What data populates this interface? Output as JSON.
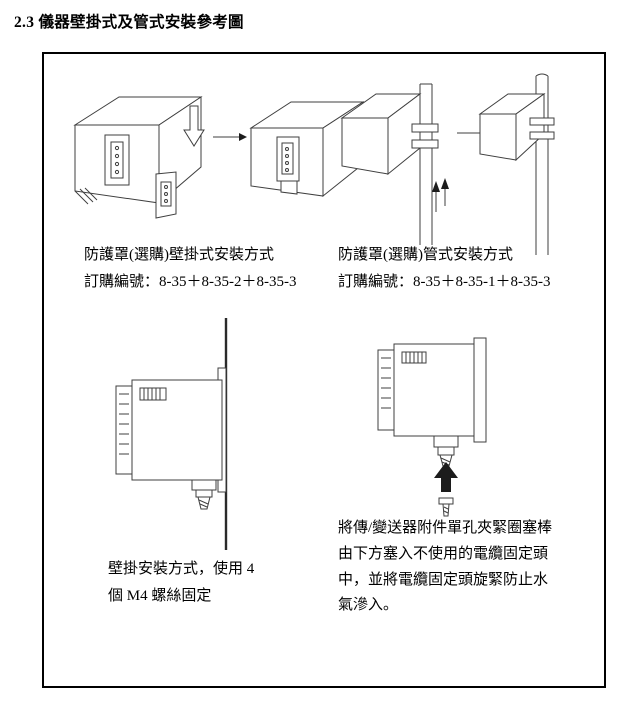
{
  "heading": "2.3 儀器壁掛式及管式安裝參考圖",
  "panels": {
    "hood_wall": {
      "caption": "防護罩(選購)壁掛式安裝方式",
      "order_code": "訂購編號：8-35＋8-35-2＋8-35-3"
    },
    "hood_pipe": {
      "caption": "防護罩(選購)管式安裝方式",
      "order_code": "訂購編號：8-35＋8-35-1＋8-35-3"
    },
    "wall_mount": {
      "caption": "壁掛安裝方式，使用 4 個 M4 螺絲固定"
    },
    "gland_plug": {
      "caption": "將傳/變送器附件單孔夾緊圈塞棒由下方塞入不使用的電纜固定頭中，並將電纜固定頭旋緊防止水氣滲入。"
    }
  },
  "icons": {
    "right_arrow": "→",
    "hollow_down_arrow": "⇩",
    "up_arrow": "↑"
  },
  "colors": {
    "background": "#ffffff",
    "text": "#000000",
    "frame_border": "#000000",
    "line_art": "#3f3f3f"
  }
}
